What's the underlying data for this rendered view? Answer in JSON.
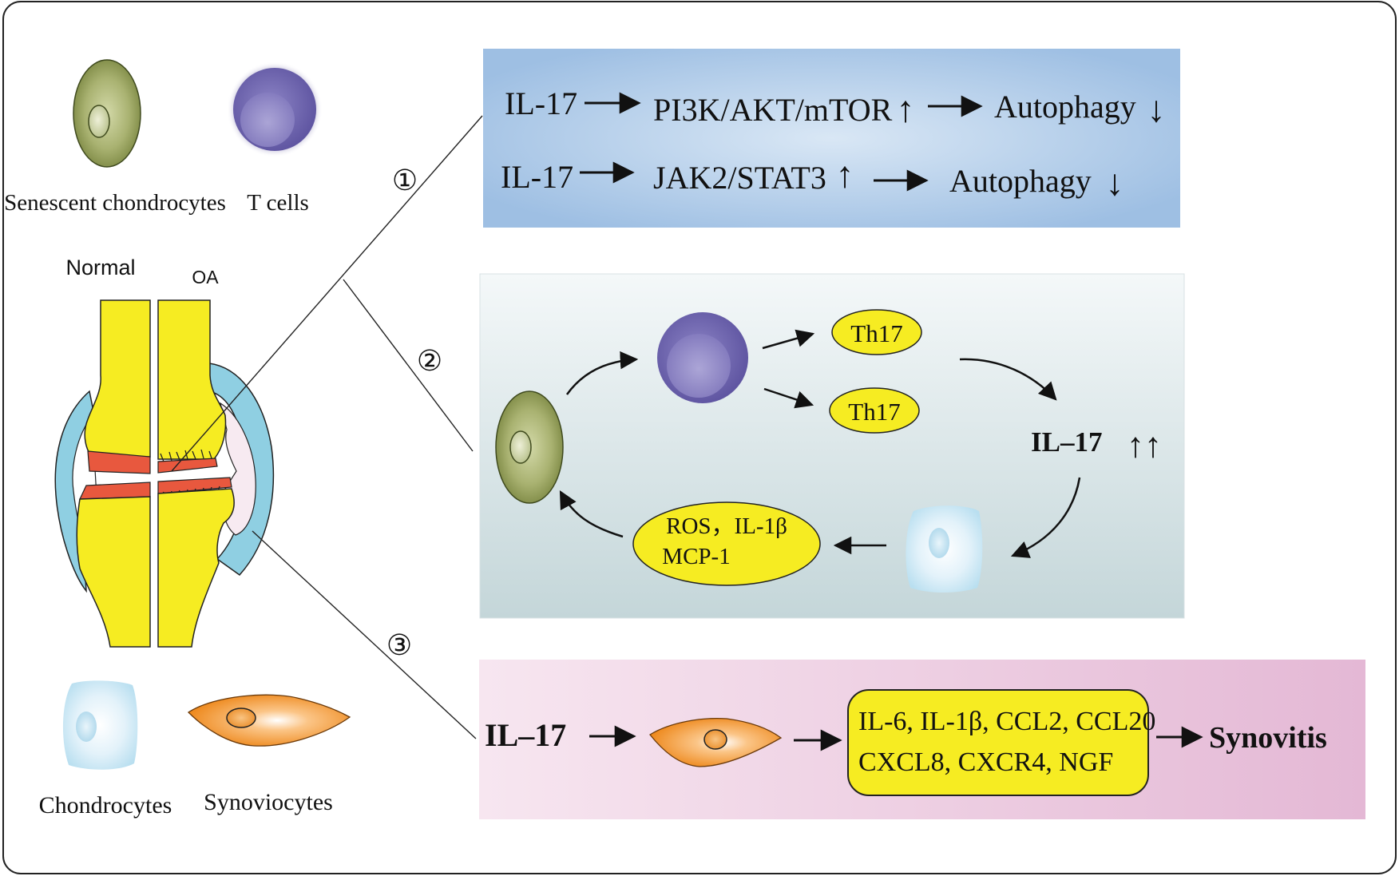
{
  "legend": {
    "senescent_chondrocytes": "Senescent chondrocytes",
    "t_cells": "T cells",
    "chondrocytes": "Chondrocytes",
    "synoviocytes": "Synoviocytes"
  },
  "joint": {
    "normal_label": "Normal",
    "oa_label": "OA"
  },
  "callouts": {
    "one": "①",
    "two": "②",
    "three": "③"
  },
  "panel1": {
    "row1": {
      "cytokine": "IL-17",
      "pathway": "PI3K/AKT/mTOR",
      "pathway_arrow": "↑",
      "outcome": "Autophagy",
      "outcome_arrow": "↓"
    },
    "row2": {
      "cytokine": "IL-17",
      "pathway": "JAK2/STAT3",
      "pathway_arrow": "↑",
      "outcome": "Autophagy",
      "outcome_arrow": "↓"
    }
  },
  "panel2": {
    "th17_top": "Th17",
    "th17_bottom": "Th17",
    "il17": "IL–17",
    "il17_arrows": "↑↑",
    "factors_line1": "ROS，IL-1β",
    "factors_line2": "MCP-1"
  },
  "panel3": {
    "il17": "IL–17",
    "cytokines_line1": "IL-6, IL-1β, CCL2, CCL20",
    "cytokines_line2": "CXCL8, CXCR4, NGF",
    "outcome": "Synovitis"
  },
  "colors": {
    "panel1_bg": "#a3c3e6",
    "panel2_bg": "#cfdde0",
    "panel3_bg": "#e6bcd8",
    "bone_yellow": "#f6ec22",
    "cartilage_red": "#e8583e",
    "synovium_blue": "#8ecfe0",
    "label_yellow": "#f6ec22",
    "senescent_green": "#8d9a4d",
    "tcell_purple": "#6d63ad",
    "synoviocyte_orange": "#f08a1c"
  }
}
